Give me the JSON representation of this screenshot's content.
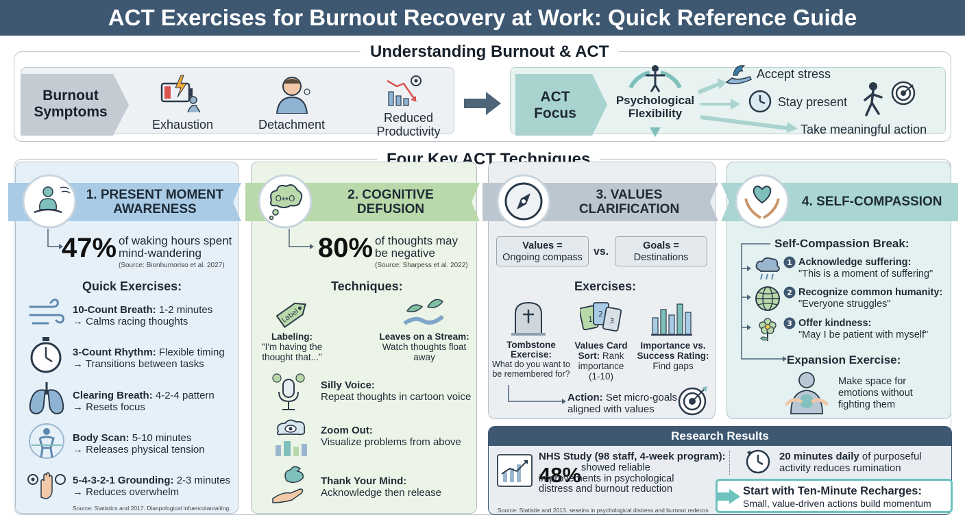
{
  "title": "ACT Exercises for Burnout Recovery at Work: Quick Reference Guide",
  "understanding": {
    "heading": "Understanding Burnout & ACT",
    "burnout_label": "Burnout Symptoms",
    "symptoms": [
      "Exhaustion",
      "Detachment",
      "Reduced Productivity"
    ],
    "act_label": "ACT Focus",
    "flexibility": "Psychological Flexibility",
    "outcomes": [
      "Accept stress",
      "Stay present",
      "Take meaningful action"
    ]
  },
  "techniques_heading": "Four Key ACT Techniques",
  "col1": {
    "title": "1. PRESENT MOMENT AWARENESS",
    "stat": "47%",
    "stat_text": "of waking hours spent mind-wandering",
    "stat_source": "(Source: Bionhumoriso et al. 2027)",
    "sub": "Quick Exercises:",
    "items": [
      {
        "name": "10-Count Breath:",
        "detail": "1-2 minutes",
        "result": "→ Calms racing thoughts"
      },
      {
        "name": "3-Count Rhythm:",
        "detail": "Flexible timing",
        "result": "→ Transitions between tasks"
      },
      {
        "name": "Clearing Breath:",
        "detail": "4-2-4 pattern",
        "result": "→ Resets focus"
      },
      {
        "name": "Body Scan:",
        "detail": "5-10 minutes",
        "result": "→ Releases physical tension"
      },
      {
        "name": "5-4-3-2-1 Grounding:",
        "detail": "2-3 minutes",
        "result": "→ Reduces overwhelm"
      }
    ],
    "footer": "Source: Statistics and 2017. Dianpological infuencolanraiting."
  },
  "col2": {
    "title": "2. COGNITIVE DEFUSION",
    "stat": "80%",
    "stat_text": "of thoughts may be negative",
    "stat_source": "(Source: Sharpess et al. 2022)",
    "sub": "Techniques:",
    "labeling_name": "Labeling:",
    "labeling_detail": "\"I'm having the thought that...\"",
    "tag_text": "Label",
    "leaves_name": "Leaves on a Stream:",
    "leaves_detail": "Watch thoughts float away",
    "items": [
      {
        "name": "Silly Voice:",
        "detail": "Repeat thoughts in cartoon voice"
      },
      {
        "name": "Zoom Out:",
        "detail": "Visualize problems from above"
      },
      {
        "name": "Thank Your Mind:",
        "detail": "Acknowledge then release"
      }
    ]
  },
  "col3": {
    "title": "3. VALUES CLARIFICATION",
    "values_box_title": "Values =",
    "values_box_text": "Ongoing compass",
    "vs": "vs.",
    "goals_box_title": "Goals =",
    "goals_box_text": "Destinations",
    "sub": "Exercises:",
    "exercises": [
      {
        "name": "Tombstone Exercise:",
        "detail": "What do you want to be remembered for?"
      },
      {
        "name": "Values Card Sort:",
        "detail": "Rank importance (1-10)"
      },
      {
        "name": "Importance vs. Success Rating:",
        "detail": "Find gaps"
      }
    ],
    "card_numbers": [
      "1",
      "2",
      "3"
    ],
    "action_name": "Action:",
    "action_text": "Set micro-goals aligned with values"
  },
  "col4": {
    "title": "4. SELF-COMPASSION",
    "break_heading": "Self-Compassion Break:",
    "steps": [
      {
        "num": "1",
        "name": "Acknowledge suffering:",
        "quote": "\"This is a moment of suffering\""
      },
      {
        "num": "2",
        "name": "Recognize common humanity:",
        "quote": "\"Everyone struggles\""
      },
      {
        "num": "3",
        "name": "Offer kindness:",
        "quote": "\"May I be patient with myself\""
      }
    ],
    "expansion_heading": "Expansion Exercise:",
    "expansion_text": "Make space for emotions without fighting them"
  },
  "research": {
    "heading": "Research Results",
    "study": "NHS Study (98 staff, 4-week program):",
    "stat": "48%",
    "stat_text": "showed reliable improvements in psychological distress and burnout reduction",
    "source": "Source: Statistie and 2013. seseins in psychological distress and burnout redecos",
    "daily_bold": "20 minutes daily",
    "daily_text": "of purposeful activity reduces rumination",
    "cta_title": "Start with Ten-Minute Recharges:",
    "cta_text": "Small, value-driven actions build momentum"
  },
  "colors": {
    "header": "#3e5872",
    "blue": "#a9cbe6",
    "green": "#b9d9aa",
    "gray": "#bcc6d0",
    "teal": "#a9d5d3",
    "research": "#3e5872"
  }
}
